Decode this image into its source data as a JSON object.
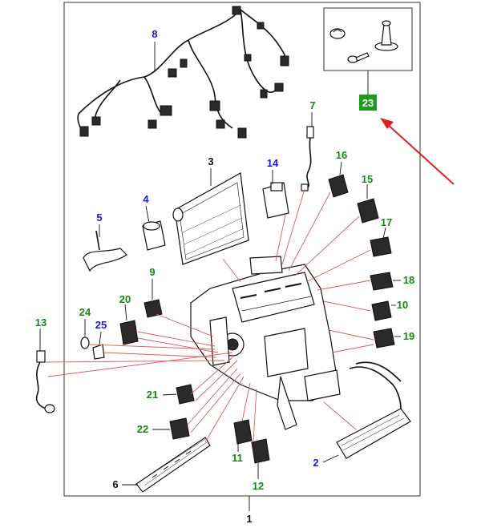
{
  "diagram": {
    "callouts": {
      "c1": "1",
      "c2": "2",
      "c3": "3",
      "c4": "4",
      "c5": "5",
      "c6": "6",
      "c7": "7",
      "c8": "8",
      "c9": "9",
      "c10": "10",
      "c11": "11",
      "c12": "12",
      "c13": "13",
      "c14": "14",
      "c15": "15",
      "c16": "16",
      "c17": "17",
      "c18": "18",
      "c19": "19",
      "c20": "20",
      "c21": "21",
      "c22": "22",
      "c23": "23",
      "c24": "24",
      "c25": "25"
    },
    "highlight": {
      "badge_color": "#1f9a1f",
      "arrow_color": "#e02020"
    },
    "colors": {
      "blue_callout": "#1a1ad6",
      "green_callout": "#138a13",
      "leader_red": "#e05a5a"
    }
  }
}
